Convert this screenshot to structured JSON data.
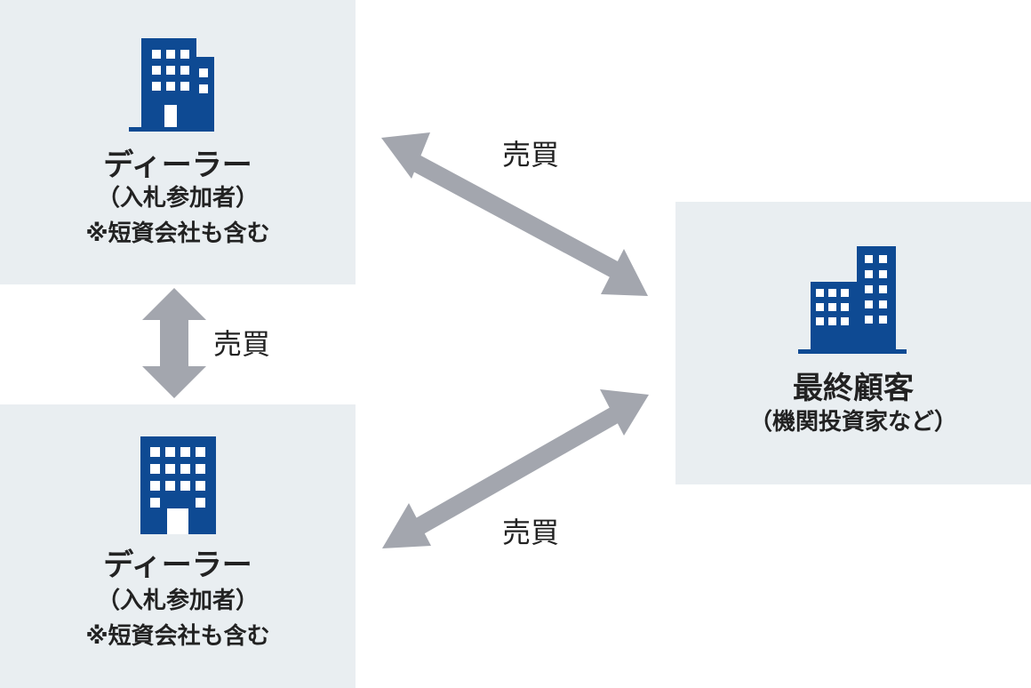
{
  "colors": {
    "panel_background": "#e9eef1",
    "building": "#0e4a93",
    "arrow": "#a3a6ae",
    "text": "#222222"
  },
  "nodes": {
    "dealer_top": {
      "icon": "office-building-icon",
      "title": "ディーラー",
      "subtitle": "（入札参加者）",
      "note": "※短資会社も含む"
    },
    "dealer_bottom": {
      "icon": "office-building-icon",
      "title": "ディーラー",
      "subtitle": "（入札参加者）",
      "note": "※短資会社も含む"
    },
    "customer": {
      "icon": "office-buildings-icon",
      "title": "最終顧客",
      "subtitle": "（機関投資家など）"
    }
  },
  "edges": [
    {
      "from": "dealer_top",
      "to": "dealer_bottom",
      "label": "売買",
      "direction": "bidirectional"
    },
    {
      "from": "dealer_top",
      "to": "customer",
      "label": "売買",
      "direction": "bidirectional"
    },
    {
      "from": "dealer_bottom",
      "to": "customer",
      "label": "売買",
      "direction": "bidirectional"
    }
  ]
}
